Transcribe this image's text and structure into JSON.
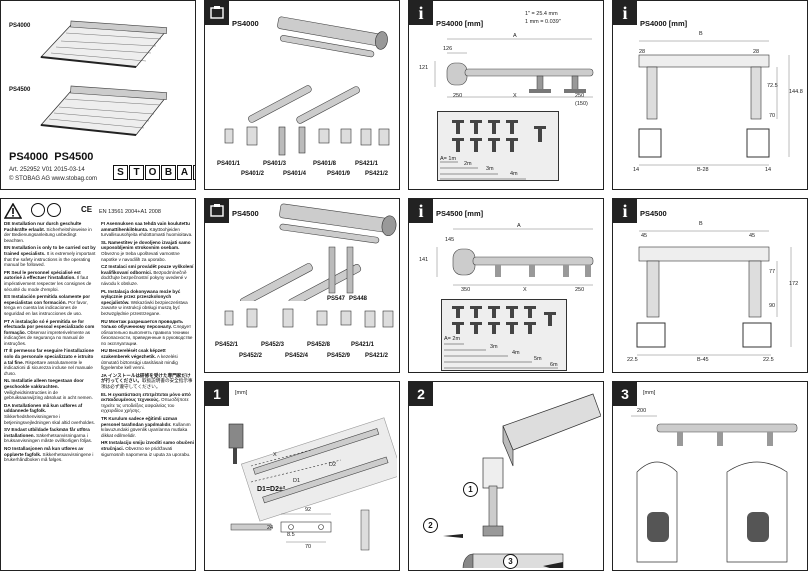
{
  "cover": {
    "model1": "PS4000",
    "model2": "PS4500",
    "title_a": "PS4000",
    "title_b": "PS4500",
    "art_line": "Art. 252952   V01 2015-03-14",
    "copyright": "© STOBAG AG   www.stobag.com",
    "brand": [
      "S",
      "T",
      "O",
      "B",
      "A",
      "G"
    ]
  },
  "parts1": {
    "title": "PS4000",
    "labels": [
      "PS401/1",
      "PS401/3",
      "PS401/8",
      "PS421/1",
      "PS401/2",
      "PS401/4",
      "PS401/9",
      "PS421/2"
    ]
  },
  "dims1": {
    "title": "PS4000    [mm]",
    "conv1": "1\" = 25.4 mm",
    "conv2": "1 mm = 0.039\"",
    "a": "A",
    "d126": "126",
    "d121": "121",
    "d250a": "250",
    "x": "X",
    "d250b": "250",
    "d150": "(150)",
    "a1": "A= 1m",
    "a2": "2m",
    "a3": "3m",
    "a4": "4m"
  },
  "front1": {
    "title": "PS4000    [mm]",
    "b": "B",
    "d28a": "28",
    "d28b": "28",
    "d725": "72.5",
    "d1448": "144.8",
    "d70": "70",
    "d14a": "14",
    "b28": "B-28",
    "d14b": "14"
  },
  "safety": {
    "norm": "EN 13561 2004+A1 2008",
    "paras": [
      "<b>DE Installation nur durch geschulte Fachkräfte erlaubt.</b> Sicherheitshinweise in der Bedienungsanleitung unbedingt beachten.",
      "<b>EN Installation is only to be carried out by trained specialists.</b> It is extremely important that the safety instructions in the operating manual be followed.",
      "<b>FR Seul le personnel spécialisé est autorisé à effectuer l'installation.</b> Il faut impérativement respecter les consignes de sécurité du mode d'emploi.",
      "<b>ES Instalación permitida solamente por especialistas con formación.</b> Por favor, tenga en cuenta las indicaciones de seguridad en las instrucciones de uso.",
      "<b>PT A instalação só é permitida se for efectuada por pessoal especializado com formação.</b> Observar impreterivelmente as indicações de segurança no manual de instruções.",
      "<b>IT È permesso far eseguire l'installazione solo da personale specializzato e istruito a tal fine.</b> Rispettare assolutamente le indicazioni di sicurezza incluse nel manuale d'uso.",
      "<b>NL Installatie alleen toegestaan door geschoolde vakkrachten.</b> Veiligheidsinstructies in de gebruiksaanwijzing absoluut in acht nemen.",
      "<b>DA Installationen må kun udføres af uddannede fagfolk.</b> Sikkerhedshenvisningerne i betjeningsvejledningen skal altid overholdes.",
      "<b>SV Endast utbildade fackmän får utföra installationen.</b> Säkerhetsanvisningarna i bruksanvisningen måste ovillkorligen följas.",
      "<b>NO Installasjonen må kun utføres av opplærte fagfolk.</b> Sikkerhetsanvisningene i brukerhåndboken må følges."
    ],
    "paras2": [
      "<b>FI Asennuksen saa tehdä vain koulutettu ammattihenkilökunta.</b> Käyttöohjeiden turvallisuusohjeita ehdottomasti huomioitava.",
      "<b>SL Namestitev je dovoljeno izvajati samo usposobljenim strokovnim osebam.</b> Obvezno je treba upoštevati varnostne napotke v navodilih za uporabo.",
      "<b>CZ Instalaci smí provádět pouze vyškolení kvalifikovaní odborníci.</b> Bezpodmínečně dodržujte bezpečnostní pokyny uvedené v návodu k obsluze.",
      "<b>PL Instalacja dokonywana może być wyłącznie przez przeszkolonych specjalistów.</b> Wskazówki bezpieczeństwa zawarte w instrukcji obsługi muszą być bezwzględnie przestrzegane.",
      "<b>RU Монтаж разрешается проводить только обученному персоналу.</b> Следует обязательно выполнять правила техники безопасности, приведенные в руководстве по эксплуатации.",
      "<b>HU Beszerelését csak képzett szakemberek végezhetik.</b> A kezelési útmutató biztonsági utasításait mindig figyelembe kell venni.",
      "<b>JA インストールは研修を受けた専門家だけが行ってください。</b>取扱説明書の安全指示事項は必ず遵守してください。",
      "<b>EL Η εγκατάσταση επιτρέπεται μόνο από εκπαιδευμένους τεχνικούς.</b> Οπωσδήποτε τηρείτε τις υποδείξεις ασφαλείας του εγχειριδίου χρήσης.",
      "<b>TR Kurulum sadece eğitimli uzman personel tarafından yapılmalıdır.</b> Kullanım kılavuzundaki güvenlik uyarılarına mutlaka dikkat edilmelidir.",
      "<b>HR Instalaciju smiju izvoditi samo obučeni stručnjaci.</b> Obvezno se pridržavati sigurnosnih napomena iz uputa za uporabu."
    ]
  },
  "parts2": {
    "title": "PS4500",
    "labels": [
      "PS547",
      "PS448",
      "PS452/1",
      "PS452/3",
      "PS452/8",
      "PS421/1",
      "PS452/2",
      "PS452/4",
      "PS452/9",
      "PS421/2"
    ]
  },
  "dims2": {
    "title": "PS4500    [mm]",
    "a": "A",
    "d145": "145",
    "d141": "141",
    "d350": "350",
    "x": "X",
    "d250": "250",
    "a1": "A= 2m",
    "a2": "3m",
    "a3": "4m",
    "a4": "5m",
    "a5": "6m"
  },
  "front2": {
    "title": "PS4500",
    "b": "B",
    "d45a": "45",
    "d45b": "45",
    "d77": "77",
    "d172": "172",
    "d90": "90",
    "d225a": "22.5",
    "b45": "B-45",
    "d225b": "22.5"
  },
  "step1": {
    "num": "1",
    "unit": "[mm]",
    "d1": "D1",
    "d2": "D2",
    "x": "X",
    "eq": "D1=D2±²",
    "d92": "92",
    "d70": "70",
    "d24": "24",
    "d85": "8.5"
  },
  "step2": {
    "num": "2",
    "c1": "1",
    "c2": "2",
    "c3": "3"
  },
  "step3": {
    "num": "3",
    "unit": "[mm]",
    "d200": "200"
  }
}
